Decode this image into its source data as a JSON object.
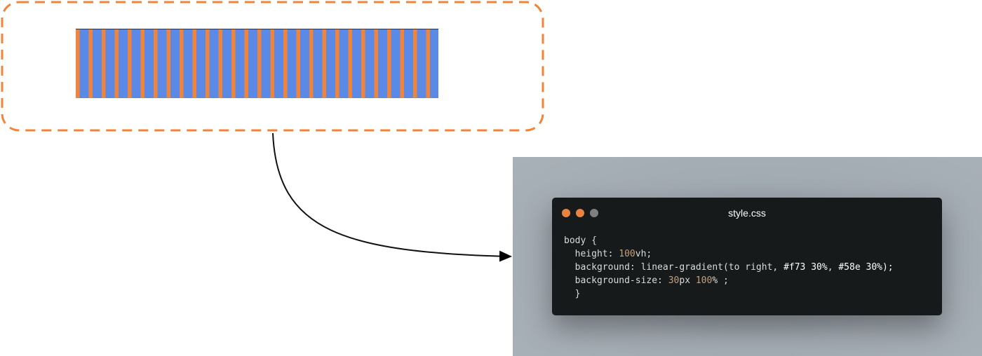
{
  "preview": {
    "frame_color": "#F0843A",
    "stripe_colors": [
      "#F0843A",
      "#5B8AE6"
    ]
  },
  "code_window": {
    "title": "style.css",
    "dot_colors": [
      "#E8843F",
      "#E8843F",
      "#7D7F80"
    ],
    "lines": {
      "selector": "body {",
      "height_prop": "  height: ",
      "height_num": "100",
      "height_unit": "vh;",
      "bg_prop": "  background: linear-gradient(to right, ",
      "bg_c1": "#f73 30%",
      "bg_sep": ", ",
      "bg_c2": "#58e 30%",
      "bg_end": ");",
      "size_prop": "  background-size: ",
      "size_num1": "30",
      "size_unit1": "px ",
      "size_num2": "100",
      "size_unit2": "% ;",
      "close": "  }"
    }
  }
}
